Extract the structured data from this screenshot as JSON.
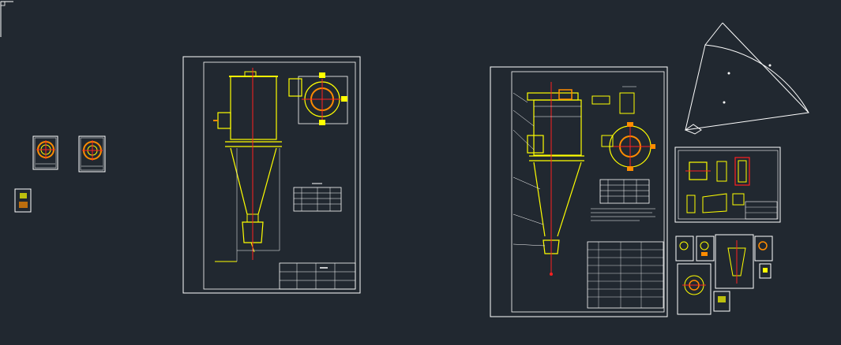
{
  "viewport": {
    "background": "#212830",
    "colors": {
      "frame": "#ffffff",
      "geometry": "#ffff00",
      "centerline": "#ff2020",
      "accent": "#ff8c00",
      "grey": "#9a9a9a"
    }
  },
  "ucs_marker_icon": "ucs-axis-icon",
  "sheets": [
    {
      "id": "thumb-sheet-1",
      "kind": "thumbnail"
    },
    {
      "id": "thumb-sheet-2",
      "kind": "thumbnail"
    },
    {
      "id": "thumb-sheet-3",
      "kind": "thumbnail"
    },
    {
      "id": "cyclone-assembly-sheet-a",
      "kind": "assembly",
      "table_rows": 4
    },
    {
      "id": "cyclone-assembly-sheet-b",
      "kind": "assembly",
      "table_rows": 4
    },
    {
      "id": "cone-development-sheet",
      "kind": "development"
    },
    {
      "id": "inlet-parts-sheet",
      "kind": "parts"
    },
    {
      "id": "small-detail-sheets",
      "kind": "cluster"
    }
  ]
}
